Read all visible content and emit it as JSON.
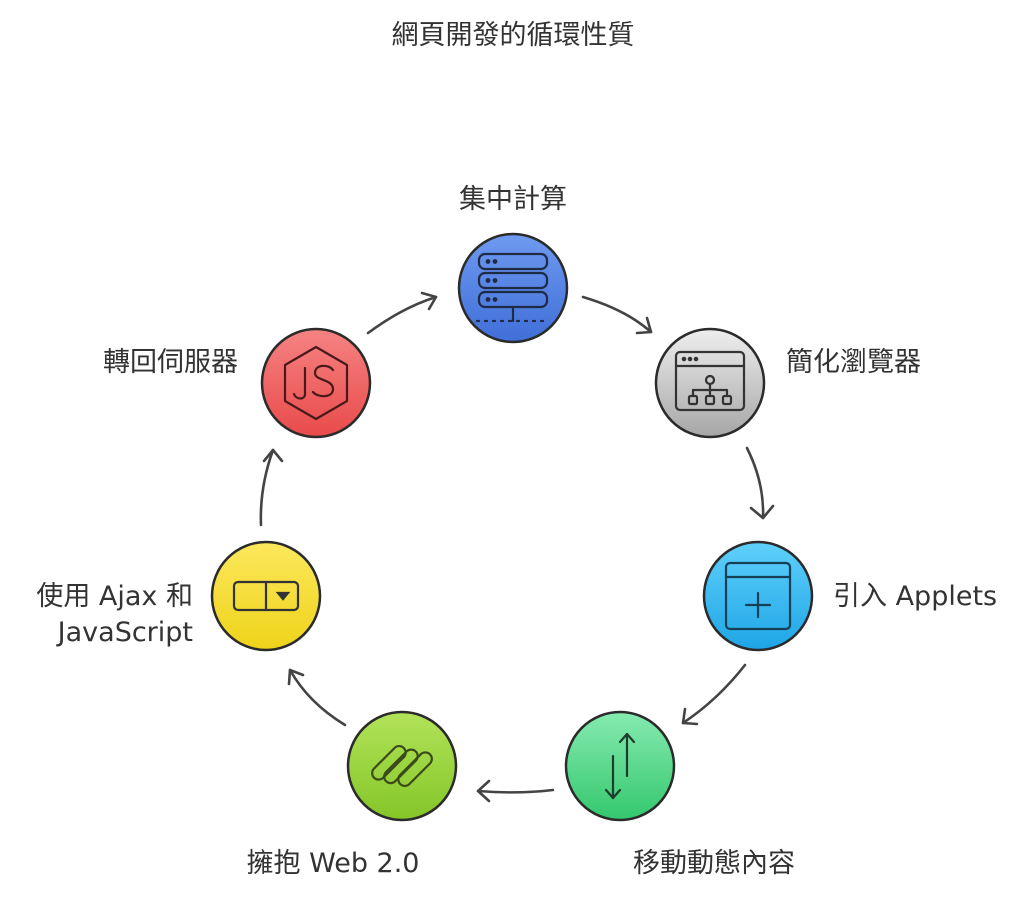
{
  "title": "網頁開發的循環性質",
  "nodes": [
    {
      "id": "centralized",
      "label": "集中計算",
      "icon": "server-icon",
      "color": "#4d7fe3"
    },
    {
      "id": "simplified-browser",
      "label": "簡化瀏覽器",
      "icon": "browser-sitemap-icon",
      "color": "#9e9e9e"
    },
    {
      "id": "applets",
      "label": "引入 Applets",
      "icon": "window-plus-icon",
      "color": "#29b4ee"
    },
    {
      "id": "mobile-content",
      "label": "移動動態內容",
      "icon": "vertical-arrows-icon",
      "color": "#3fcf7a"
    },
    {
      "id": "web20",
      "label": "擁抱 Web 2.0",
      "icon": "squarespace-icon",
      "color": "#8fd12e"
    },
    {
      "id": "ajax",
      "label_lines": [
        "使用 Ajax 和",
        "JavaScript"
      ],
      "icon": "dropdown-icon",
      "color": "#f4dc1b"
    },
    {
      "id": "server-side",
      "label": "轉回伺服器",
      "icon": "nodejs-icon",
      "color": "#ee5555"
    }
  ],
  "edges": [
    {
      "from": "centralized",
      "to": "simplified-browser"
    },
    {
      "from": "simplified-browser",
      "to": "applets"
    },
    {
      "from": "applets",
      "to": "mobile-content"
    },
    {
      "from": "mobile-content",
      "to": "web20"
    },
    {
      "from": "web20",
      "to": "ajax"
    },
    {
      "from": "ajax",
      "to": "server-side"
    },
    {
      "from": "server-side",
      "to": "centralized"
    }
  ]
}
